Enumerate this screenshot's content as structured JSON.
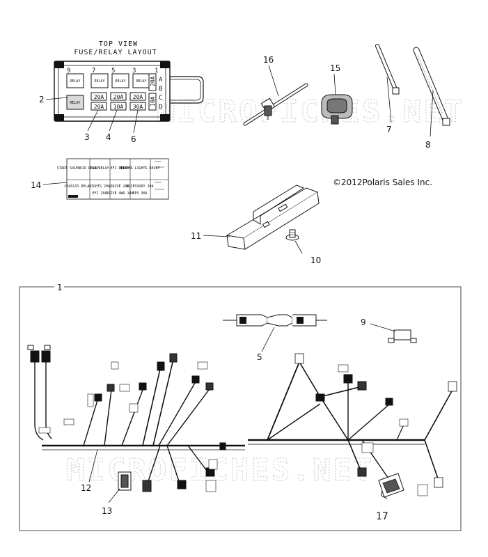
{
  "fuse_box": {
    "title_line1": "TOP VIEW",
    "title_line2": "FUSE/RELAY LAYOUT",
    "slot_numbers": [
      "9",
      "7",
      "5",
      "3",
      "1"
    ],
    "row_letters": [
      "A",
      "B",
      "C",
      "D"
    ],
    "relay_label": "RELAY",
    "fuse_labels": [
      "20A",
      "20A",
      "20A",
      "20A",
      "10A",
      "30A"
    ],
    "side_fuse_labels": [
      "20A",
      "10A"
    ]
  },
  "legend_table": {
    "rows": [
      [
        "START SOLENOID RELAY",
        "FAN RELAY",
        "EFI RELAY",
        "BUMPER LIGHTS RELAY"
      ],
      [
        "CHASSIS RELAY",
        "LIGHTS 20A",
        "DRIVE 20A",
        "ACCESSORY 20A"
      ],
      [
        "",
        "EFI 20A",
        "DRIVE 4WD 10A",
        "EPS 30A"
      ]
    ]
  },
  "copyright": "©2012Polaris Sales Inc.",
  "watermark": "MICROFICHES.NET",
  "callouts": {
    "c1": "1",
    "c2": "2",
    "c3": "3",
    "c4": "4",
    "c5": "5",
    "c6": "6",
    "c7": "7",
    "c8": "8",
    "c9": "9",
    "c10": "10",
    "c11": "11",
    "c12": "12",
    "c13": "13",
    "c14": "14",
    "c15": "15",
    "c16": "16",
    "c17": "17"
  }
}
